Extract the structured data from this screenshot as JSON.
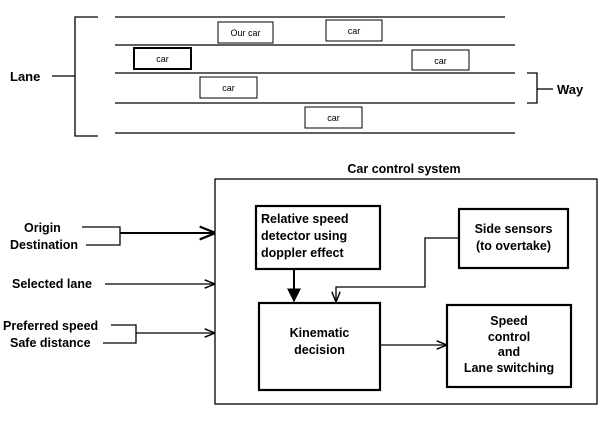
{
  "road": {
    "lane_label": "Lane",
    "way_label": "Way",
    "cars": [
      {
        "label": "Our car"
      },
      {
        "label": "car"
      },
      {
        "label": "car"
      },
      {
        "label": "car"
      },
      {
        "label": "car"
      },
      {
        "label": "car"
      }
    ]
  },
  "system": {
    "title": "Car control system",
    "inputs": {
      "origin": "Origin",
      "destination": "Destination",
      "selected_lane": "Selected lane",
      "preferred_speed": "Preferred speed",
      "safe_distance": "Safe distance"
    },
    "blocks": {
      "detector": [
        "Relative speed",
        "detector using",
        "doppler effect"
      ],
      "side_sensors": [
        "Side sensors",
        "(to overtake)"
      ],
      "kinematic": [
        "Kinematic",
        "decision"
      ],
      "speed_control": [
        "Speed",
        "control",
        "and",
        "Lane switching"
      ]
    }
  }
}
